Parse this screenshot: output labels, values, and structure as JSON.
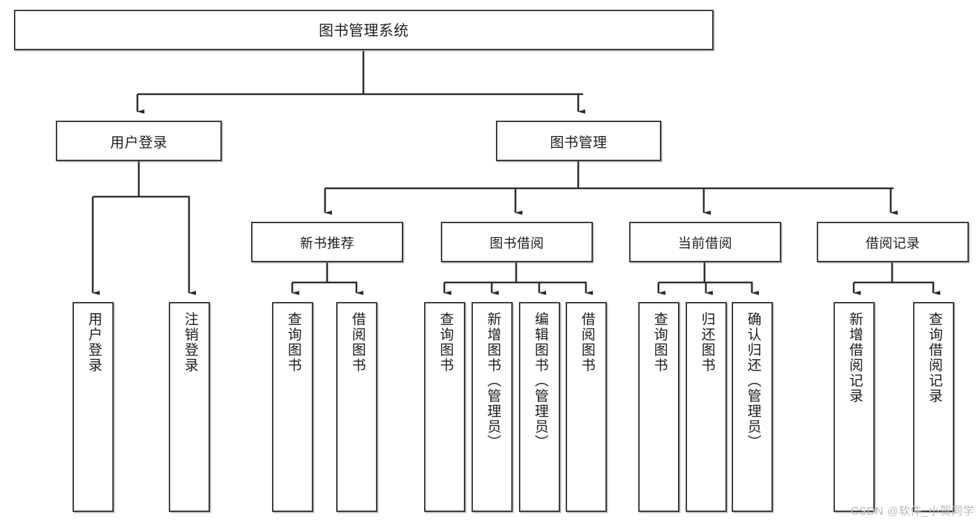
{
  "diagram": {
    "title_node": {
      "label": "图书管理系统"
    },
    "level2": [
      {
        "label": "用户登录"
      },
      {
        "label": "图书管理"
      }
    ],
    "level3": [
      {
        "label": "新书推荐"
      },
      {
        "label": "图书借阅"
      },
      {
        "label": "当前借阅"
      },
      {
        "label": "借阅记录"
      }
    ],
    "leaves": [
      {
        "label": "用户登录"
      },
      {
        "label": "注销登录"
      },
      {
        "label": "查询图书"
      },
      {
        "label": "借阅图书"
      },
      {
        "label": "查询图书"
      },
      {
        "label": "新增图书（管理员）"
      },
      {
        "label": "编辑图书（管理员）"
      },
      {
        "label": "借阅图书"
      },
      {
        "label": "查询图书"
      },
      {
        "label": "归还图书"
      },
      {
        "label": "确认归还（管理员）"
      },
      {
        "label": "新增借阅记录"
      },
      {
        "label": "查询借阅记录"
      }
    ],
    "watermark": "CSDN @软件_小贺同学",
    "colors": {
      "stroke": "#3a3a3a",
      "text": "#1d1d1d",
      "background": "#ffffff",
      "watermark": "#b9b9b9"
    }
  }
}
